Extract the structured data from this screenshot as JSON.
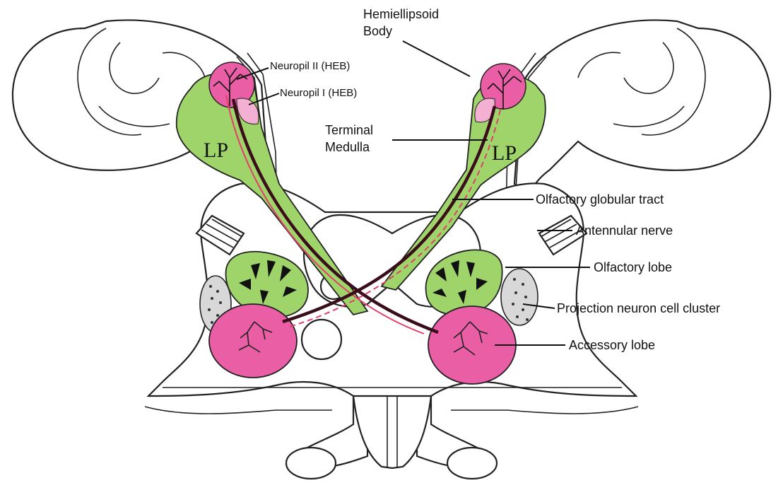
{
  "labels": {
    "hemiellipsoid_line1": "Hemiellipsoid",
    "hemiellipsoid_line2": "Body",
    "neuropil_ii": "Neuropil II (HEB)",
    "neuropil_i": "Neuropil I (HEB)",
    "terminal_line1": "Terminal",
    "terminal_line2": "Medulla",
    "lp_left": "LP",
    "lp_right": "LP",
    "olfactory_globular_tract": "Olfactory globular tract",
    "antennular_nerve": "Antennular nerve",
    "olfactory_lobe": "Olfactory lobe",
    "projection_neuron_cell_cluster": "Projection neuron cell cluster",
    "accessory_lobe": "Accessory lobe"
  },
  "colors": {
    "neuropil_green": "#9fd46a",
    "lobe_pink": "#ea5ea6",
    "light_pink": "#f3b0d2",
    "tract_dark": "#3a0d1a",
    "tract_red": "#e0406a",
    "ink": "#222222"
  }
}
